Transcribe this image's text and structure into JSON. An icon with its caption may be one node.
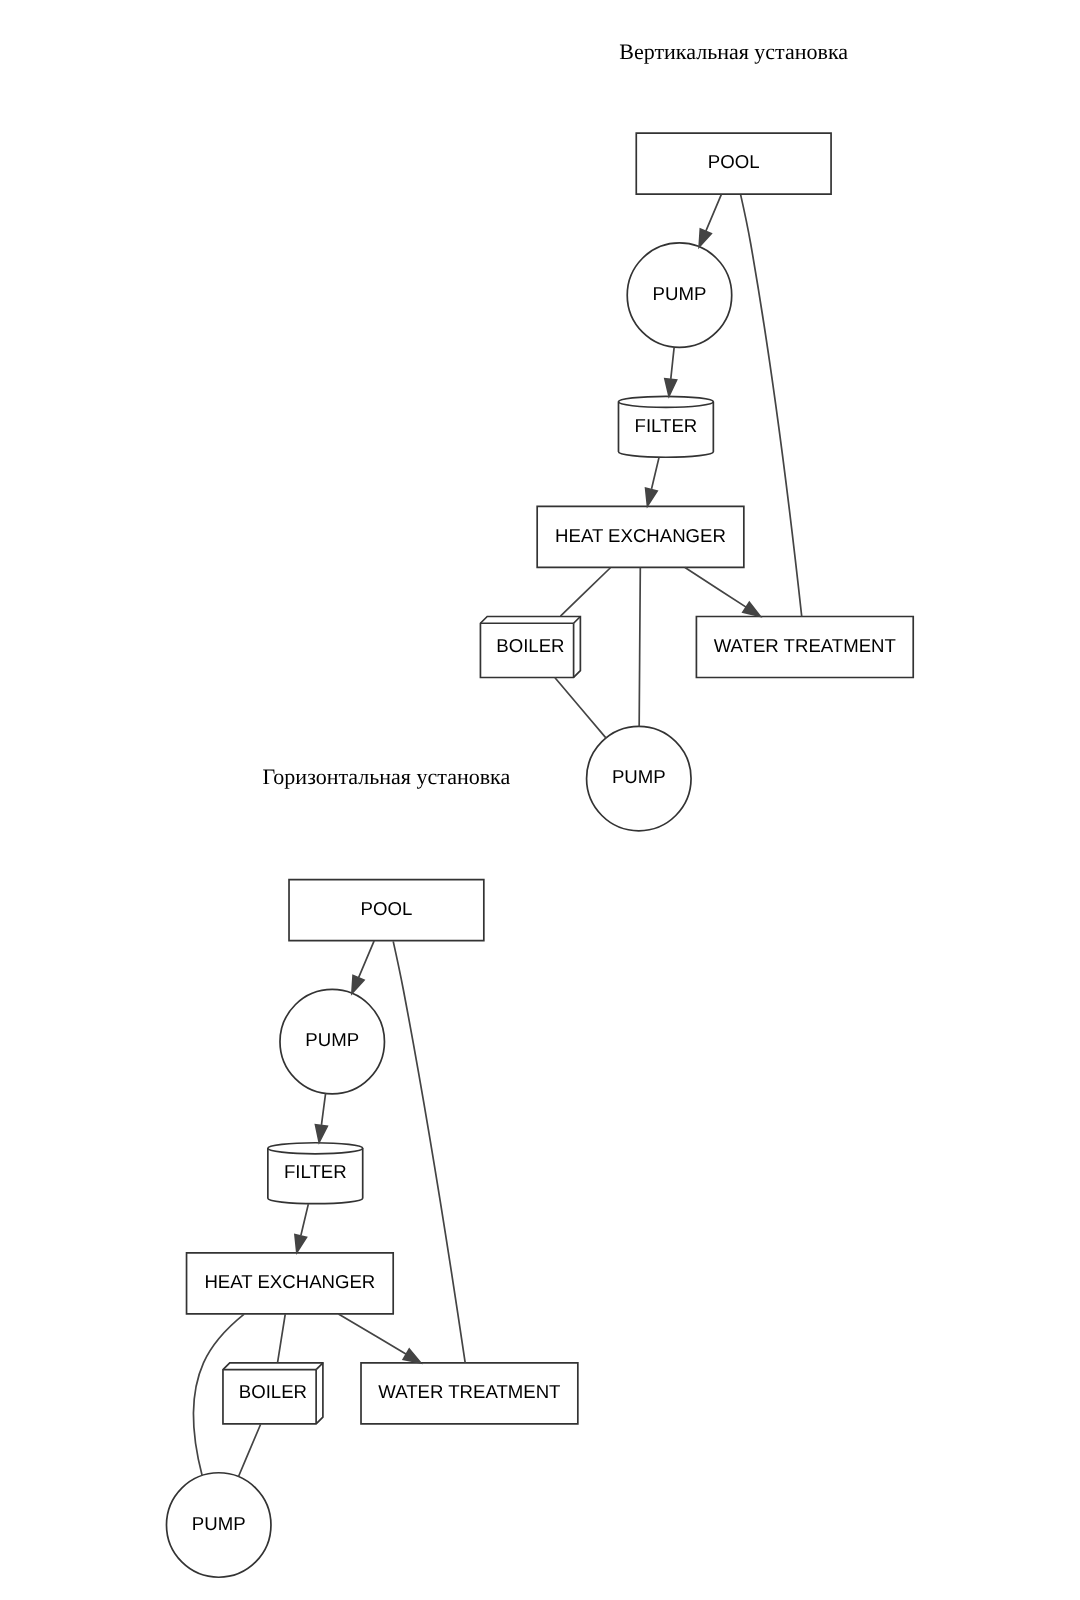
{
  "diagram": {
    "nodes": [
      {
        "text": [
          "POOL"
        ]
      },
      {
        "text": [
          "PUMP"
        ]
      },
      {
        "text": [
          "FILTER"
        ]
      },
      {
        "text": [
          "HEAT EXCHANGER"
        ]
      },
      {
        "text": [
          "PUMP"
        ]
      },
      {
        "text": [
          "BOILER"
        ]
      },
      {
        "text": [
          "WATER TREATMENT"
        ]
      },
      {
        "text": [
          "POOL"
        ]
      },
      {
        "text": [
          "PUMP"
        ]
      },
      {
        "text": [
          "FILTER"
        ]
      },
      {
        "text": [
          "PUMP"
        ]
      },
      {
        "text": [
          "HEAT EXCHANGER"
        ]
      },
      {
        "text": [
          "BOILER"
        ]
      },
      {
        "text": [
          "WATER TREATMENT"
        ]
      }
    ],
    "edges": [
      {
        "from": 0,
        "to": 1,
        "arrow": "to"
      },
      {
        "from": 1,
        "to": 2,
        "arrow": "to"
      },
      {
        "from": 2,
        "to": 3,
        "arrow": "to"
      },
      {
        "from": 3,
        "to": 6,
        "arrow": "to"
      },
      {
        "from": 6,
        "to": 0,
        "arrow": "none"
      },
      {
        "from": 5,
        "to": 4,
        "arrow": "none"
      },
      {
        "from": 4,
        "to": 3,
        "arrow": "none"
      },
      {
        "from": 3,
        "to": 5,
        "arrow": "none"
      },
      {
        "from": 7,
        "to": 8,
        "arrow": "to"
      },
      {
        "from": 8,
        "to": 9,
        "arrow": "to"
      },
      {
        "from": 9,
        "to": 11,
        "arrow": "to"
      },
      {
        "from": 11,
        "to": 13,
        "arrow": "to"
      },
      {
        "from": 13,
        "to": 7,
        "arrow": "none"
      },
      {
        "from": 12,
        "to": 10,
        "arrow": "none"
      },
      {
        "from": 10,
        "to": 11,
        "arrow": "none"
      },
      {
        "from": 11,
        "to": 12,
        "arrow": "none"
      }
    ],
    "labels": [
      "Вертикальная установка",
      "Горизонтальная установка"
    ]
  }
}
